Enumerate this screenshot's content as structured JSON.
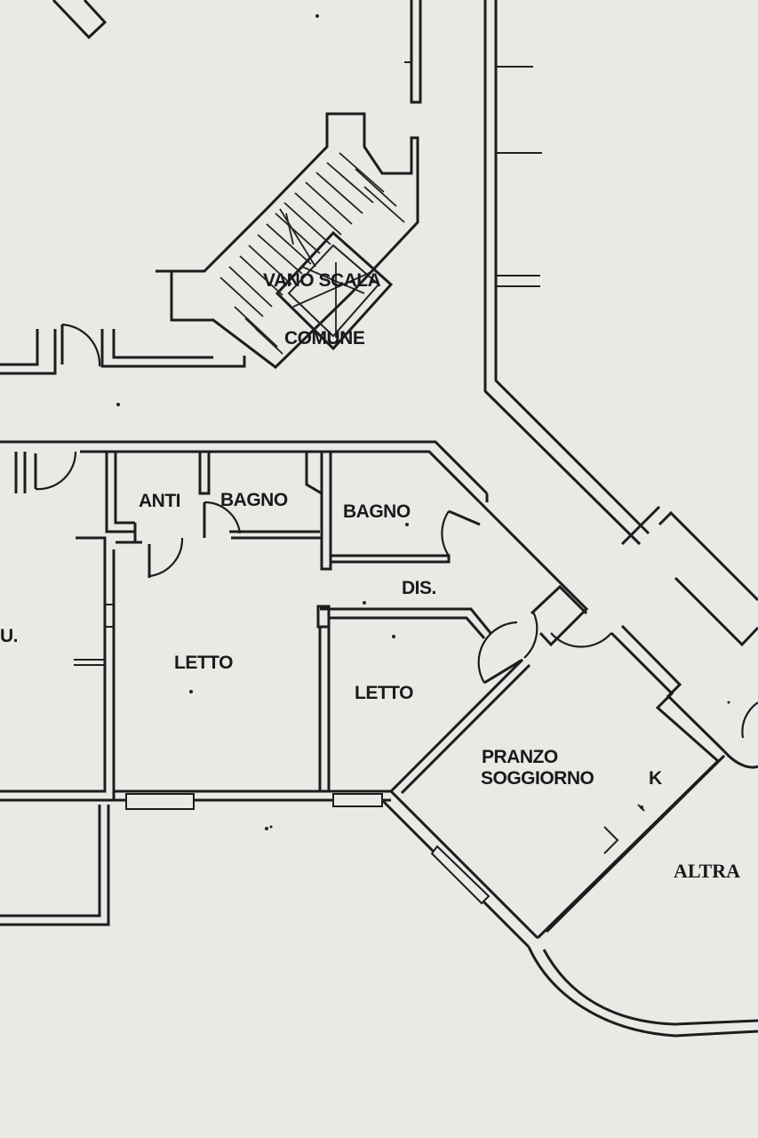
{
  "rooms": {
    "stair": "VANO SCALA",
    "stair_common": "COMUNE",
    "anti": "ANTI",
    "bagno_small": "BAGNO",
    "bagno": "BAGNO",
    "dis": "DIS.",
    "letto_left": "LETTO",
    "letto_right": "LETTO",
    "pranzo": "PRANZO",
    "soggiorno": "SOGGIORNO",
    "kitchen": "K",
    "altra": "ALTRA",
    "unit_left": "U."
  }
}
